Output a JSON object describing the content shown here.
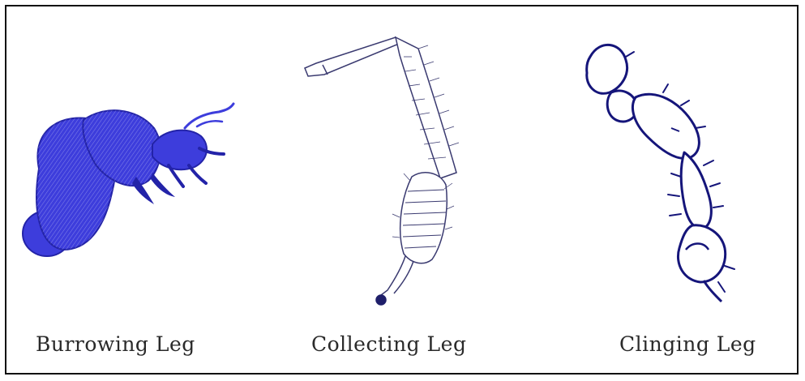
{
  "figure": {
    "colors": {
      "burrowing_fill": "#3d3ddc",
      "burrowing_dark": "#2323a8",
      "collecting_ink": "#3a3a70",
      "clinging_ink": "#15157a",
      "caption": "#2a2a2a",
      "border": "#111111"
    },
    "legs": [
      {
        "caption": "Burrowing Leg"
      },
      {
        "caption": "Collecting Leg"
      },
      {
        "caption": "Clinging Leg"
      }
    ]
  }
}
